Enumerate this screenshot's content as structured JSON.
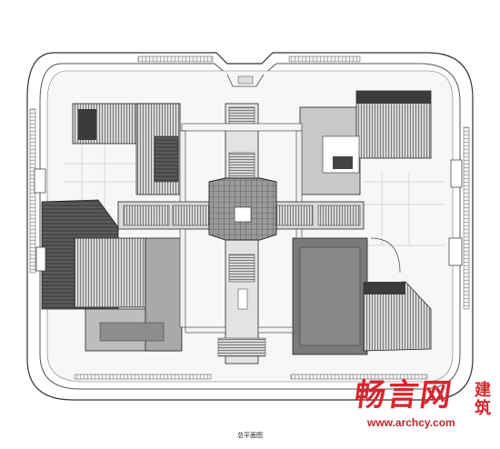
{
  "caption": "总平面图",
  "watermark": {
    "main": "畅言网",
    "side": "建筑",
    "url": "www.archcy.com",
    "color": "#d8262e"
  },
  "colors": {
    "line": "#333333",
    "dark_roof": "#4a4a4a",
    "mid_roof": "#8a8a8a",
    "light_roof": "#c9c9c9",
    "ground": "#ebebeb"
  }
}
